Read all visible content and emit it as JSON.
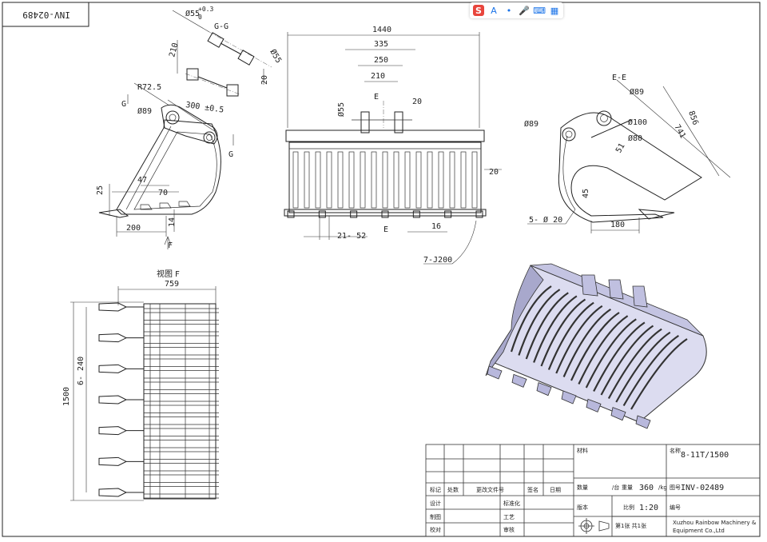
{
  "drawing_number_rotated": "INV-02489",
  "toolbar": {
    "logo_glyph": "S",
    "buttons": [
      "A",
      "•",
      "🎤",
      "⌨",
      "▦"
    ],
    "icons": [
      "translate-icon",
      "dot-icon",
      "microphone-icon",
      "keyboard-icon",
      "grid-icon"
    ]
  },
  "side_view": {
    "labels": {
      "r_label": "R72.5",
      "g_left": "G",
      "g_right": "G",
      "pin_dia": "Ø89",
      "pin_dist": "300 ±0.5",
      "dim_47": "47",
      "dim_70": "70",
      "dim_25": "25",
      "dim_14": "14",
      "dim_200": "200",
      "f_label": "F"
    }
  },
  "section_gg": {
    "title": "G-G",
    "dia55": "Ø55",
    "tol_plus": "+0.3",
    "tol_minus": "0",
    "dim_210": "210",
    "dia55_b": "Ø55",
    "dim_20": "20"
  },
  "front_view": {
    "labels": {
      "width": "1440",
      "d335": "335",
      "d250": "250",
      "d210": "210",
      "d20_top": "20",
      "d20_side": "20",
      "e_top": "E",
      "e_bottom": "E",
      "dia55": "Ø55",
      "d21_52": "21- 52",
      "d16": "16",
      "weld": "7-J200"
    }
  },
  "section_ee": {
    "title": "E-E",
    "dia89_top": "Ø89",
    "dia89_left": "Ø89",
    "dia100": "Ø100",
    "dia80": "Ø80",
    "d856": "856",
    "d741": "741",
    "d51": "51",
    "d45": "45",
    "d180": "180",
    "holes": "5- Ø 20"
  },
  "view_f": {
    "title": "视图 F",
    "width": "759",
    "height": "1500",
    "teeth_spacing": "6- 240",
    "teeth_count": 7,
    "tine_count": 17
  },
  "title_block": {
    "material_label": "材料",
    "name_label": "名称",
    "name_value": "8-11T/1500",
    "qty_label": "数量",
    "qty_unit": "/台",
    "weight_label": "重量",
    "weight_value": "360",
    "weight_unit": "/kg",
    "drawno_label": "图号",
    "drawno_value": "INV-02489",
    "version_label": "版本",
    "scale_label": "比例",
    "scale_value": "1:20",
    "code_label": "编号",
    "sheet_text": "第1张  共1张",
    "company_line1": "Xuzhou Rainbow Machinery &",
    "company_line2": "Equipment Co.,Ltd",
    "rev_headers": [
      "标记",
      "处数",
      "更改文件号",
      "签名",
      "日期"
    ],
    "design_label": "设计",
    "draw_label": "制图",
    "check_label": "校对",
    "std_label": "标准化",
    "process_label": "工艺",
    "approve_label": "审核"
  }
}
